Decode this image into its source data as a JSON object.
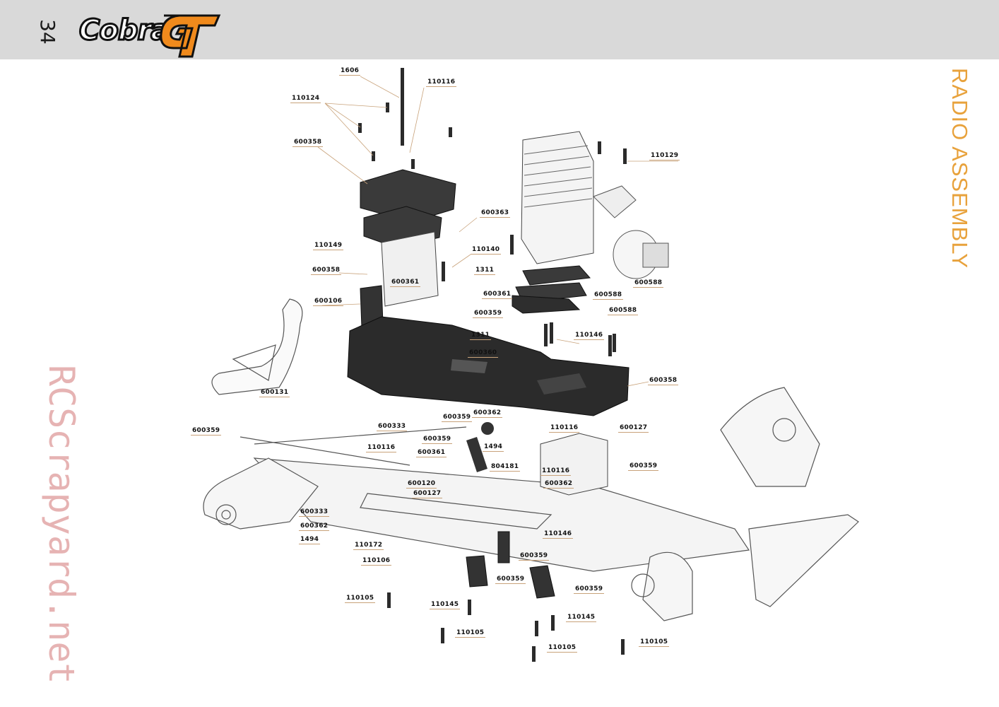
{
  "header": {
    "page_number": "34",
    "logo_text": "Cobra",
    "logo_mark": "GT"
  },
  "section_title": "RADIO ASSEMBLY",
  "watermark": "RCScrapyard.net",
  "colors": {
    "header_bg": "#d9d9d9",
    "section_title": "#e8a23c",
    "watermark": "#e6b3b3",
    "leader_line": "#c8a27a",
    "part_dark": "#2b2b2b"
  },
  "labels": [
    {
      "id": "1606",
      "text": "1606"
    },
    {
      "id": "110116-top",
      "text": "110116"
    },
    {
      "id": "110124",
      "text": "110124"
    },
    {
      "id": "600358-top",
      "text": "600358"
    },
    {
      "id": "110129",
      "text": "110129"
    },
    {
      "id": "600363",
      "text": "600363"
    },
    {
      "id": "110149",
      "text": "110149"
    },
    {
      "id": "110140",
      "text": "110140"
    },
    {
      "id": "600358-left",
      "text": "600358"
    },
    {
      "id": "600361-a",
      "text": "600361"
    },
    {
      "id": "1311-a",
      "text": "1311"
    },
    {
      "id": "600588-a",
      "text": "600588"
    },
    {
      "id": "600588-b",
      "text": "600588"
    },
    {
      "id": "600106",
      "text": "600106"
    },
    {
      "id": "600361-b",
      "text": "600361"
    },
    {
      "id": "600359-a",
      "text": "600359"
    },
    {
      "id": "600588-c",
      "text": "600588"
    },
    {
      "id": "1311-b",
      "text": "1311"
    },
    {
      "id": "110146-a",
      "text": "110146"
    },
    {
      "id": "600360",
      "text": "600360"
    },
    {
      "id": "600358-right",
      "text": "600358"
    },
    {
      "id": "600131",
      "text": "600131"
    },
    {
      "id": "600362-a",
      "text": "600362"
    },
    {
      "id": "600359-b",
      "text": "600359"
    },
    {
      "id": "600333-a",
      "text": "600333"
    },
    {
      "id": "110116-mid",
      "text": "110116"
    },
    {
      "id": "600127-a",
      "text": "600127"
    },
    {
      "id": "600359-left",
      "text": "600359"
    },
    {
      "id": "600359-c",
      "text": "600359"
    },
    {
      "id": "110116-left",
      "text": "110116"
    },
    {
      "id": "1494-a",
      "text": "1494"
    },
    {
      "id": "600361-c",
      "text": "600361"
    },
    {
      "id": "804181",
      "text": "804181"
    },
    {
      "id": "110116-right",
      "text": "110116"
    },
    {
      "id": "600359-d",
      "text": "600359"
    },
    {
      "id": "600120",
      "text": "600120"
    },
    {
      "id": "600362-b",
      "text": "600362"
    },
    {
      "id": "600127-b",
      "text": "600127"
    },
    {
      "id": "600333-b",
      "text": "600333"
    },
    {
      "id": "600362-c",
      "text": "600362"
    },
    {
      "id": "110146-b",
      "text": "110146"
    },
    {
      "id": "1494-b",
      "text": "1494"
    },
    {
      "id": "110172",
      "text": "110172"
    },
    {
      "id": "600359-e",
      "text": "600359"
    },
    {
      "id": "110106",
      "text": "110106"
    },
    {
      "id": "600359-f",
      "text": "600359"
    },
    {
      "id": "600359-g",
      "text": "600359"
    },
    {
      "id": "110105-a",
      "text": "110105"
    },
    {
      "id": "110145-a",
      "text": "110145"
    },
    {
      "id": "110145-b",
      "text": "110145"
    },
    {
      "id": "110105-b",
      "text": "110105"
    },
    {
      "id": "110105-c",
      "text": "110105"
    },
    {
      "id": "110105-d",
      "text": "110105"
    }
  ]
}
